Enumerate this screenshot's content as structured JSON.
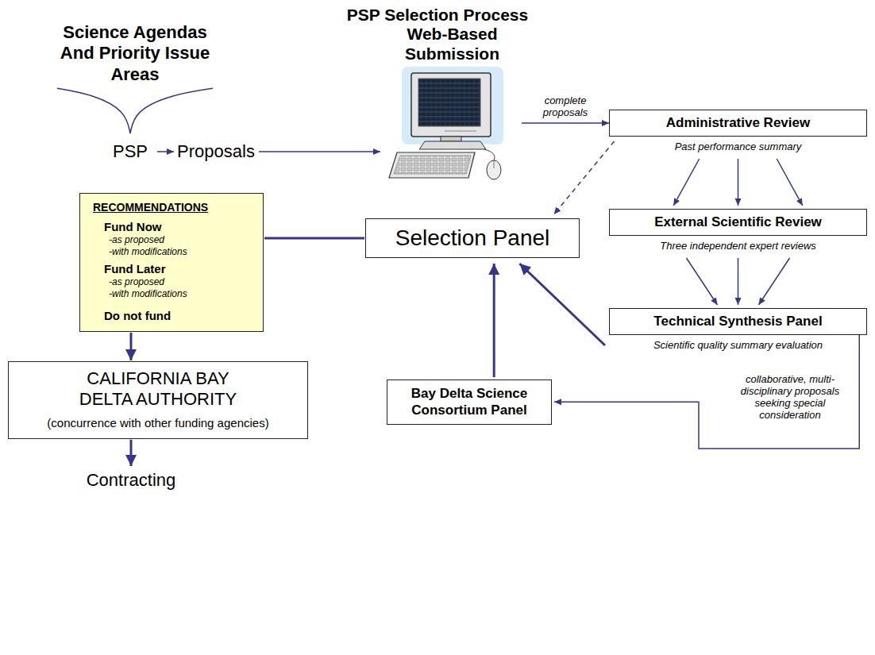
{
  "diagram": {
    "title": "PSP Selection Process",
    "nodes": [
      {
        "text": [
          "Science Agendas And Priority Issue Areas"
        ]
      },
      {
        "text": [
          "PSP"
        ]
      },
      {
        "text": [
          "Proposals"
        ]
      },
      {
        "text": [
          "Web-Based Submission"
        ]
      },
      {
        "text": [
          "Administrative Review",
          "Past performance summary"
        ]
      },
      {
        "text": [
          "RECOMMENDATIONS",
          "Fund Now",
          "-as proposed",
          "-with modifications",
          "Fund Later",
          "-as proposed",
          "-with modifications",
          "Do not fund"
        ]
      },
      {
        "text": [
          "Selection Panel"
        ]
      },
      {
        "text": [
          "External Scientific Review",
          "Three independent expert reviews"
        ]
      },
      {
        "text": [
          "Technical Synthesis Panel",
          "Scientific quality summary evaluation"
        ]
      },
      {
        "text": [
          "CALIFORNIA BAY DELTA AUTHORITY",
          "(concurrence with other funding agencies)"
        ]
      },
      {
        "text": [
          "Bay Delta Science Consortium Panel"
        ]
      },
      {
        "text": [
          "Contracting"
        ]
      }
    ],
    "edges": [
      {
        "from": 0,
        "to": 1,
        "arrow": "none"
      },
      {
        "from": 1,
        "to": 2,
        "arrow": "to"
      },
      {
        "from": 2,
        "to": 3,
        "arrow": "to"
      },
      {
        "from": 3,
        "to": 4,
        "label": "complete proposals",
        "arrow": "to"
      },
      {
        "from": 4,
        "to": 6,
        "arrow": "to"
      },
      {
        "from": 4,
        "to": 7,
        "arrow": "to"
      },
      {
        "from": 4,
        "to": 7,
        "arrow": "to"
      },
      {
        "from": 4,
        "to": 7,
        "arrow": "to"
      },
      {
        "from": 7,
        "to": 8,
        "arrow": "to"
      },
      {
        "from": 7,
        "to": 8,
        "arrow": "to"
      },
      {
        "from": 7,
        "to": 8,
        "arrow": "to"
      },
      {
        "from": 8,
        "to": 6,
        "arrow": "to"
      },
      {
        "from": 8,
        "to": 10,
        "label": "collaborative, multi-disciplinary proposals seeking special consideration",
        "arrow": "to"
      },
      {
        "from": 10,
        "to": 6,
        "arrow": "to"
      },
      {
        "from": 6,
        "to": 5,
        "arrow": "none"
      },
      {
        "from": 5,
        "to": 9,
        "arrow": "to"
      },
      {
        "from": 9,
        "to": 11,
        "arrow": "to"
      }
    ]
  }
}
